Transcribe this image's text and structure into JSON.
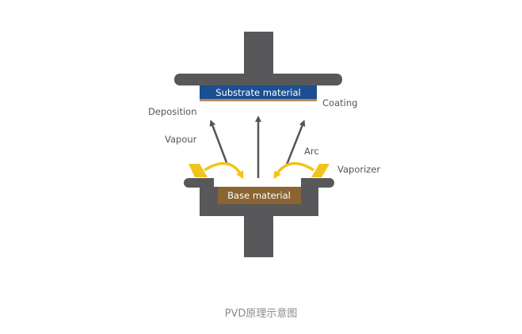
{
  "diagram": {
    "substrate_label": "Substrate material",
    "base_label": "Base material",
    "coating_label": "Coating",
    "deposition_label": "Deposition",
    "vapour_label": "Vapour",
    "arc_label": "Arc",
    "vaporizer_label": "Vaporizer"
  },
  "colors": {
    "frame": "#58585a",
    "substrate": "#1c4f92",
    "coating": "#b08a5a",
    "base": "#8a6432",
    "arc": "#f0c419",
    "arrow": "#555555"
  },
  "caption": "PVD原理示意图"
}
